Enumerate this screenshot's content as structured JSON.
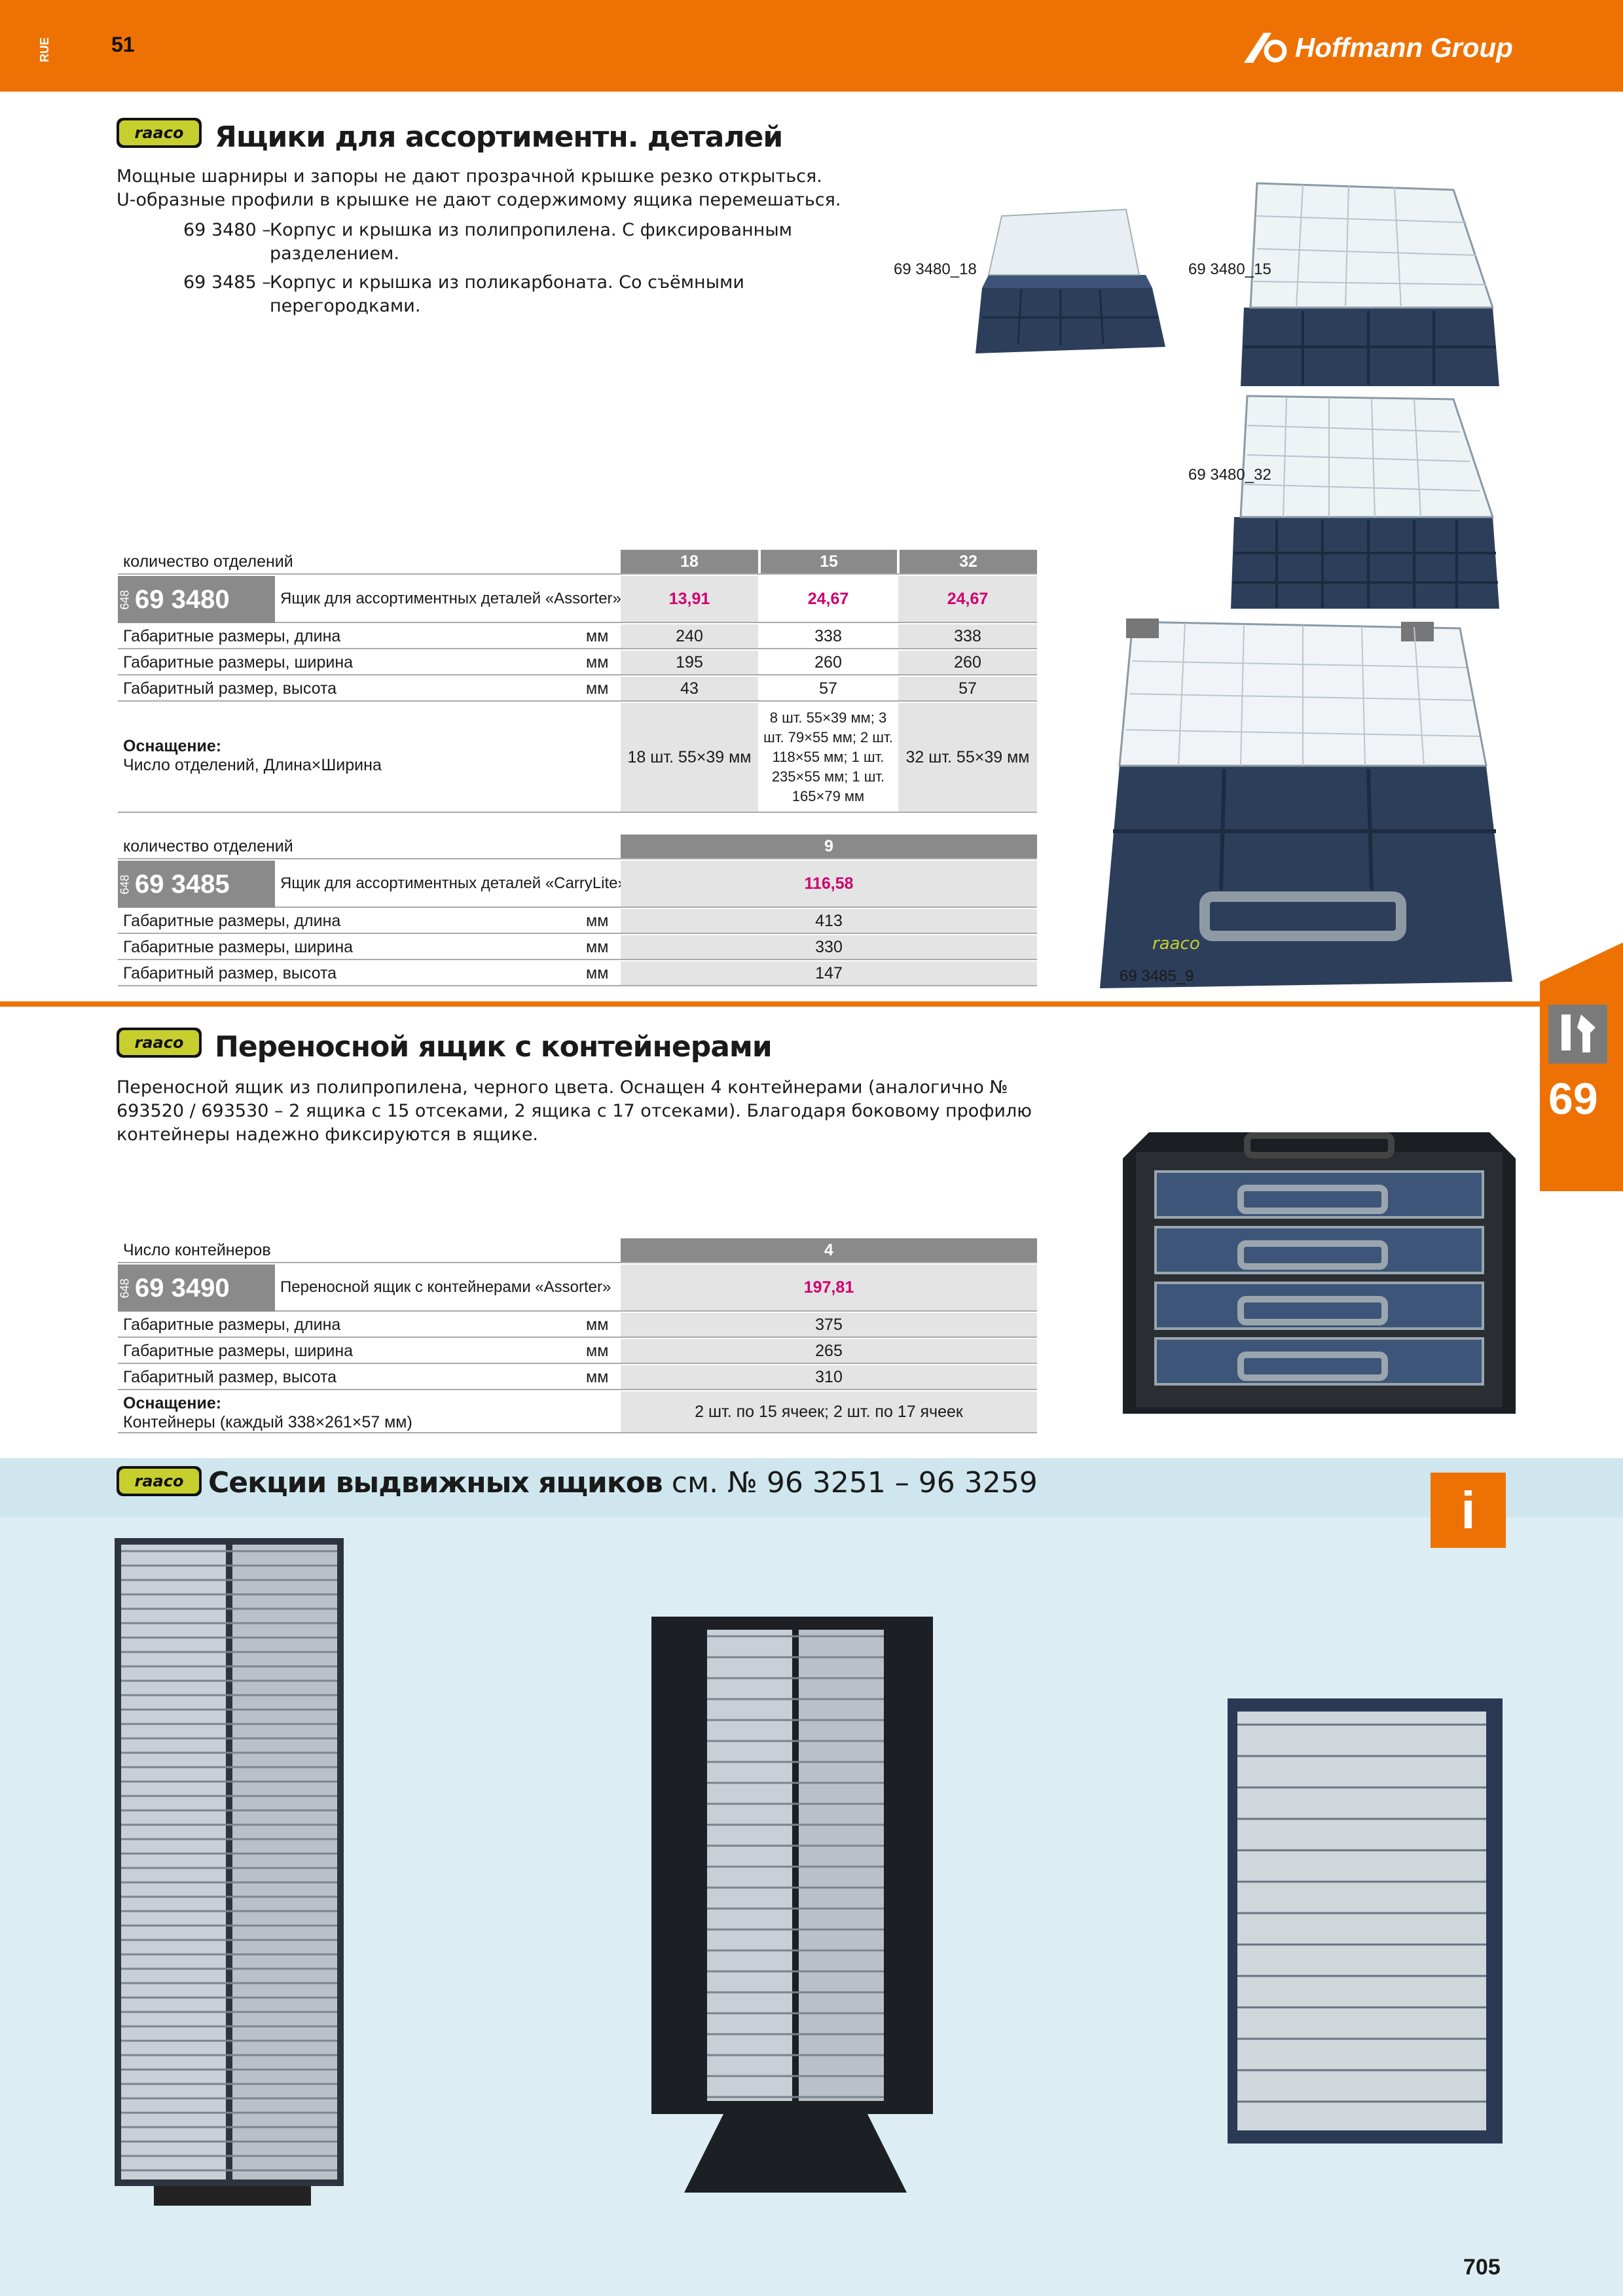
{
  "header": {
    "lang": "RUE",
    "section_no": "51",
    "brand": "Hoffmann Group"
  },
  "tab": {
    "chapter": "69"
  },
  "s1": {
    "logo": "raaco",
    "title": "Ящики для ассортиментн. деталей",
    "desc1": "Мощные шарниры и запоры не дают прозрачной крышке резко открыться.",
    "desc2": "U-образные профили в крышке не дают содержимому ящика перемешаться.",
    "item1_no": "69 3480 –",
    "item1_text": "Корпус и крышка из полипропилена. С фиксированным разделением.",
    "item2_no": "69 3485 –",
    "item2_text": "Корпус и крышка из поликарбоната. Со съёмными перегородками.",
    "captions": [
      "69 3480_18",
      "69 3480_15",
      "69 3480_32",
      "69 3485_9"
    ]
  },
  "t1": {
    "head_label": "количество отделений",
    "cols": [
      "18",
      "15",
      "32"
    ],
    "group": "648",
    "art": "69 3480",
    "name": "Ящик для ассортиментных деталей «Assorter»",
    "prices": [
      "13,91",
      "24,67",
      "24,67"
    ],
    "rows": [
      {
        "label": "Габаритные размеры, длина",
        "unit": "мм",
        "vals": [
          "240",
          "338",
          "338"
        ]
      },
      {
        "label": "Габаритные размеры, ширина",
        "unit": "мм",
        "vals": [
          "195",
          "260",
          "260"
        ]
      },
      {
        "label": "Габаритный размер, высота",
        "unit": "мм",
        "vals": [
          "43",
          "57",
          "57"
        ]
      }
    ],
    "equip_label": "Оснащение:",
    "equip_sub": "Число отделений, Длина×Ширина",
    "equip_vals": [
      "18 шт. 55×39 мм",
      "8 шт. 55×39 мм; 3 шт. 79×55 мм; 2 шт. 118×55 мм; 1 шт. 235×55 мм; 1 шт. 165×79 мм",
      "32 шт. 55×39 мм"
    ]
  },
  "t2": {
    "head_label": "количество отделений",
    "col": "9",
    "group": "648",
    "art": "69 3485",
    "name": "Ящик для ассортиментных деталей «CarryLite»",
    "price": "116,58",
    "rows": [
      {
        "label": "Габаритные размеры, длина",
        "unit": "мм",
        "val": "413"
      },
      {
        "label": "Габаритные размеры, ширина",
        "unit": "мм",
        "val": "330"
      },
      {
        "label": "Габаритный размер, высота",
        "unit": "мм",
        "val": "147"
      }
    ]
  },
  "s2": {
    "logo": "raaco",
    "title": "Переносной ящик с контейнерами",
    "desc": "Переносной ящик из полипропилена, черного цвета. Оснащен 4 контейнерами (аналогично № 693520 / 693530 – 2 ящика с 15 отсеками, 2 ящика с 17 отсеками). Благодаря боковому профилю контейнеры надежно фиксируются в ящике."
  },
  "t3": {
    "head_label": "Число контейнеров",
    "col": "4",
    "group": "648",
    "art": "69 3490",
    "name": "Переносной ящик с контейнерами «Assorter»",
    "price": "197,81",
    "rows": [
      {
        "label": "Габаритные размеры, длина",
        "unit": "мм",
        "val": "375"
      },
      {
        "label": "Габаритные размеры, ширина",
        "unit": "мм",
        "val": "265"
      },
      {
        "label": "Габаритный размер, высота",
        "unit": "мм",
        "val": "310"
      }
    ],
    "equip_label": "Оснащение:",
    "equip_sub": "Контейнеры (каждый 338×261×57 мм)",
    "equip_val": "2 шт. по 15 ячеек; 2 шт. по 17 ячеек"
  },
  "s3": {
    "logo": "raaco",
    "title": "Секции выдвижных ящиков",
    "ref": "см. № 96 3251 – 96 3259",
    "info_icon": "i"
  },
  "footer": {
    "page": "705"
  }
}
